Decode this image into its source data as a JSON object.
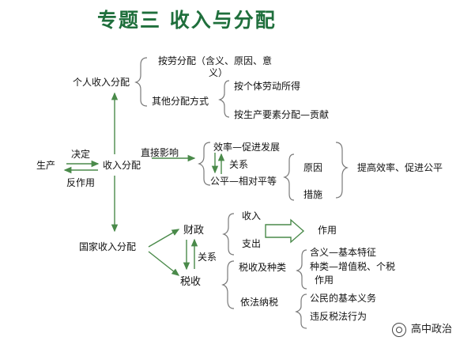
{
  "title": "专题三  收入与分配",
  "nodes": {
    "shengchan": "生产",
    "jueding": "决定",
    "fanzuoyong": "反作用",
    "shourufenpei": "收入分配",
    "gerenshourufenpei": "个人收入分配",
    "anlaofenpei_1": "按劳分配（含义、原因、意",
    "anlaofenpei_2": "义）",
    "qitafenpeifangshi": "其他分配方式",
    "geti": "按个体劳动所得",
    "yaosu": "按生产要素分配—贡献",
    "zhijieyingxiang": "直接影响",
    "xiaolv": "效率—促进发展",
    "guanxi1": "关系",
    "gongping": "公平—相对平等",
    "yuanyin": "原因",
    "cuoshi": "措施",
    "tigao": "提高效率、促进公平",
    "guojiashourufenpei": "国家收入分配",
    "caizheng": "财政",
    "guanxi2": "关系",
    "shuishou": "税收",
    "shouru": "收入",
    "zhichu": "支出",
    "zuoyong1": "作用",
    "shuishoujizhonglei": "税收及种类",
    "hanyi": "含义—基本特征",
    "zhonglei": "种类—增值税、个税",
    "zuoyong2": "作用",
    "yifanasui": "依法纳税",
    "gongmin": "公民的基本义务",
    "weifan": "违反税法行为"
  },
  "watermark": "高中政治",
  "colors": {
    "title": "#1f6f3c",
    "line": "#4a8a4a",
    "brace": "#7a7a7a",
    "text": "#111111"
  }
}
